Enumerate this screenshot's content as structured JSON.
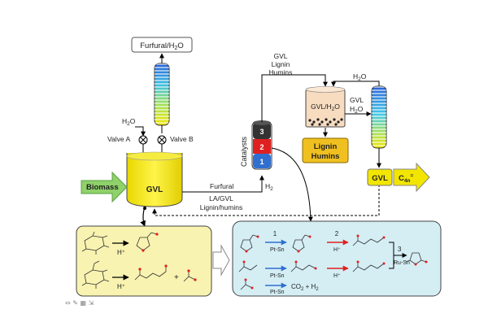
{
  "top_output": {
    "prefix": "Furfural/H",
    "sub": "2",
    "suffix": "O"
  },
  "reactor": {
    "h2o": {
      "main": "H",
      "sub": "2",
      "end": "O"
    },
    "valve_a": "Valve A",
    "valve_b": "Valve B",
    "liquid_label": "GVL",
    "feed_label": "Biomass",
    "furfural_label": "Furfural",
    "recycle_line1": "LA/GVL",
    "recycle_line2": "Lignin/humins"
  },
  "catalyst_column": {
    "label": "Catalysts",
    "beds": [
      "3",
      "2",
      "1"
    ],
    "bed_colors": [
      "#333333",
      "#e02020",
      "#2f6fd0"
    ],
    "h2": {
      "main": "H",
      "sub": "2"
    }
  },
  "separator": {
    "feed_lines": [
      "GVL",
      "Lignin",
      "Humins"
    ],
    "vessel_label": {
      "main": "GVL/H",
      "sub": "2",
      "end": "O"
    },
    "solids_line1": "Lignin",
    "solids_line2": "Humins",
    "h2o_top": {
      "main": "H",
      "sub": "2",
      "end": "O"
    },
    "side_lines": [
      "GVL",
      "H"
    ],
    "side_h2o": {
      "sub": "2",
      "end": "O"
    }
  },
  "products": {
    "gvl": "GVL",
    "c4n": {
      "main": "C",
      "sub": "4n",
      "sup": "="
    }
  },
  "hydrolysis_panel": {
    "acid_label_1": "H⁺",
    "acid_label_2": "H⁺",
    "plus": "+"
  },
  "upgrading_panel": {
    "step_1": "1",
    "step_2": "2",
    "step_3": "3",
    "cat_pt_sn_1": "Pt-Sn",
    "cat_pt_sn_2": "Pt-Sn",
    "cat_pt_sn_3": "Pt-Sn",
    "cat_ru_sn": "Ru-Sn",
    "acid_1": "H⁺",
    "acid_2": "H⁺",
    "co2_h2": {
      "a": "CO",
      "b": "2",
      "c": " + H",
      "d": "2"
    }
  },
  "colors": {
    "yellow_panel": "#f8f3b0",
    "blue_panel": "#d4eef4",
    "feed_arrow": "#8fd16a",
    "product_box": "#f2e600",
    "lignin_box": "#f0c020",
    "blue_arrow": "#2f6fd0",
    "red_arrow": "#e02020"
  },
  "toolbar_icons": [
    "move-icon",
    "edit-icon",
    "grid-icon",
    "expand-icon"
  ]
}
